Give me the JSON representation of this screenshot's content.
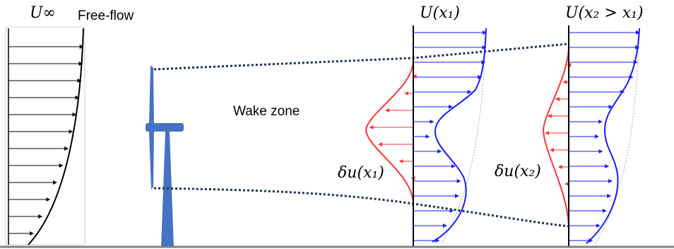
{
  "labels": {
    "freestream_symbol": "U∞",
    "free_flow": "Free-flow",
    "wake_zone": "Wake zone",
    "profile_1": "U(x₁)",
    "profile_2": "U(x₂ > x₁)",
    "deficit_1": "δu(x₁)",
    "deficit_2": "δu(x₂)"
  },
  "colors": {
    "turbine": "#4472c4",
    "velocity_profile": "#1a1aff",
    "deficit": "#ff3333",
    "inflow": "#000000",
    "ground": "#808080",
    "wake_boundary": "#1f3050"
  }
}
